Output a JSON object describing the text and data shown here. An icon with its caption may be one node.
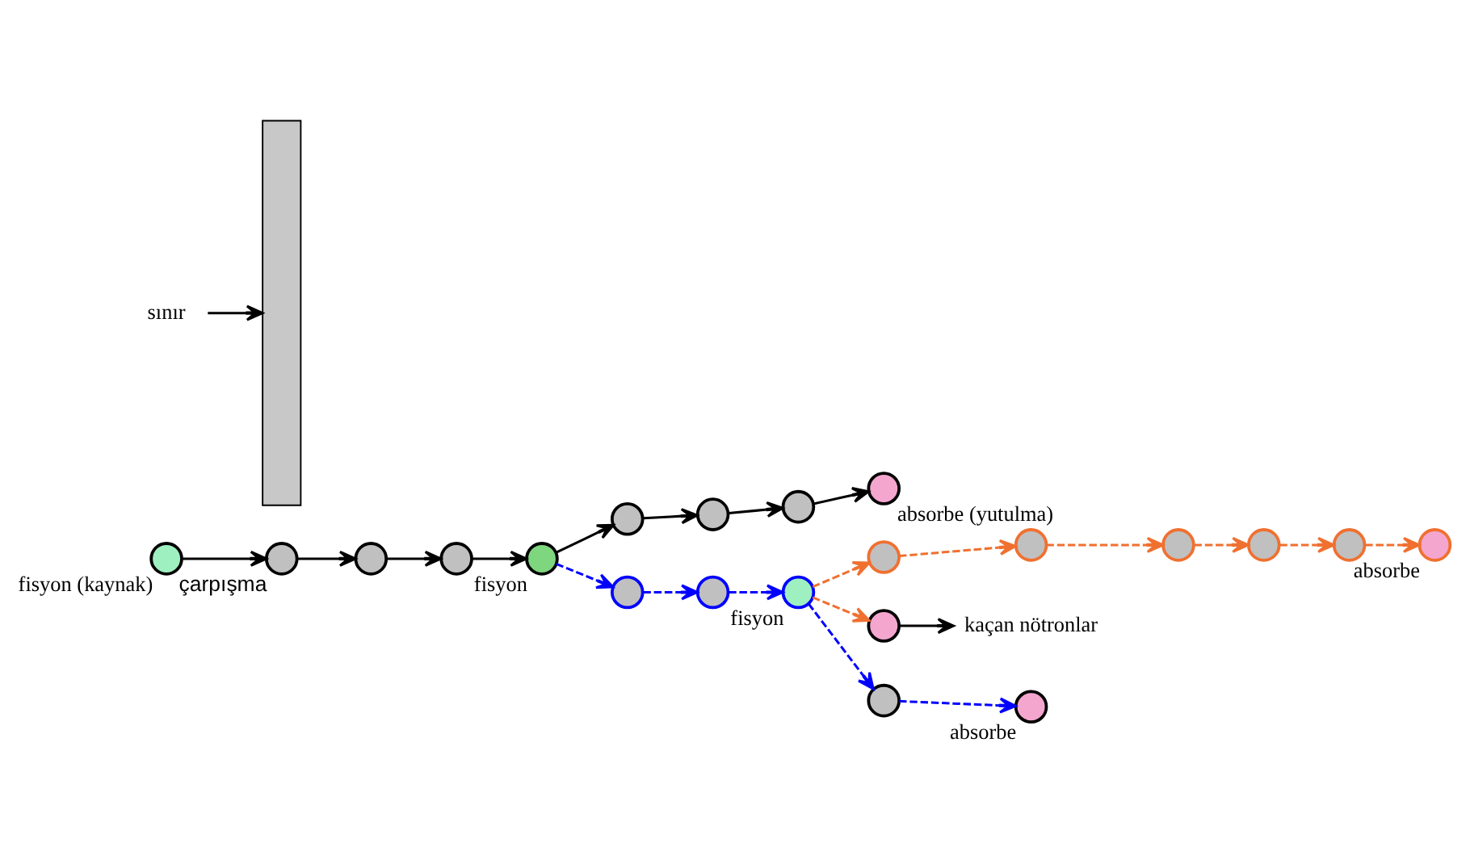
{
  "diagram": {
    "nodes": [
      {
        "text": [],
        "shape": "circle"
      },
      {
        "text": [],
        "shape": "circle"
      },
      {
        "text": [],
        "shape": "circle",
        "beside": [
          "absorbe"
        ]
      },
      {
        "text": [],
        "shape": "circle"
      },
      {
        "text": [],
        "shape": "circle"
      },
      {
        "text": [],
        "shape": "circle"
      },
      {
        "text": [],
        "shape": "circle",
        "beside": [
          "absorbe (yutulma)"
        ]
      },
      {
        "text": [],
        "shape": "circle"
      },
      {
        "text": [],
        "shape": "circle"
      },
      {
        "text": [],
        "shape": "circle"
      },
      {
        "text": [],
        "shape": "circle"
      },
      {
        "text": [],
        "shape": "circle"
      },
      {
        "text": [],
        "shape": "circle"
      },
      {
        "text": [],
        "shape": "circle"
      },
      {
        "text": [],
        "shape": "circle",
        "beside": [
          "fisyon"
        ]
      },
      {
        "text": [],
        "shape": "circle",
        "beside": [
          "çarpışma"
        ]
      },
      {
        "text": [],
        "shape": "circle",
        "beside": [
          "fisyon"
        ]
      },
      {
        "text": [],
        "shape": "circle"
      },
      {
        "text": [],
        "shape": "circle"
      },
      {
        "text": [],
        "shape": "circle",
        "beside": [
          "absorbe"
        ]
      },
      {
        "text": [],
        "shape": "circle",
        "beside": [
          "fisyon (kaynak)"
        ]
      },
      {
        "text": [],
        "shape": "bar"
      },
      {
        "text": [
          "kaçan nötronlar"
        ]
      },
      {
        "text": [
          "sınır"
        ]
      }
    ],
    "edges": [
      {
        "from": 20,
        "to": 15,
        "arrow": "to"
      },
      {
        "from": 15,
        "to": 9,
        "arrow": "to"
      },
      {
        "from": 9,
        "to": 10,
        "arrow": "to"
      },
      {
        "from": 10,
        "to": 16,
        "arrow": "to"
      },
      {
        "from": 16,
        "to": 12,
        "arrow": "to"
      },
      {
        "from": 12,
        "to": 5,
        "arrow": "to"
      },
      {
        "from": 5,
        "to": 1,
        "arrow": "to"
      },
      {
        "from": 1,
        "to": 6,
        "arrow": "to"
      },
      {
        "from": 16,
        "to": 17,
        "arrow": "to",
        "style": "dashed",
        "color": "#0000ff"
      },
      {
        "from": 17,
        "to": 11,
        "arrow": "to",
        "style": "dashed",
        "color": "#0000ff"
      },
      {
        "from": 11,
        "to": 14,
        "arrow": "to",
        "style": "dashed",
        "color": "#0000ff"
      },
      {
        "from": 14,
        "to": 18,
        "arrow": "to",
        "style": "dashed",
        "color": "#0000ff"
      },
      {
        "from": 18,
        "to": 19,
        "arrow": "to",
        "style": "dashed",
        "color": "#0000ff"
      },
      {
        "from": 14,
        "to": 7,
        "arrow": "to",
        "style": "dashed",
        "color": "#f07030"
      },
      {
        "from": 7,
        "to": 8,
        "arrow": "to",
        "style": "dashed",
        "color": "#f07030"
      },
      {
        "from": 8,
        "to": 3,
        "arrow": "to",
        "style": "dashed",
        "color": "#f07030"
      },
      {
        "from": 3,
        "to": 0,
        "arrow": "to",
        "style": "dashed",
        "color": "#f07030"
      },
      {
        "from": 0,
        "to": 4,
        "arrow": "to",
        "style": "dashed",
        "color": "#f07030"
      },
      {
        "from": 4,
        "to": 2,
        "arrow": "to",
        "style": "dashed",
        "color": "#f07030"
      },
      {
        "from": 14,
        "to": 13,
        "arrow": "to",
        "style": "dashed",
        "color": "#f07030"
      },
      {
        "from": 13,
        "to": 22,
        "arrow": "to"
      },
      {
        "from": 23,
        "to": 21,
        "arrow": "to"
      }
    ]
  }
}
